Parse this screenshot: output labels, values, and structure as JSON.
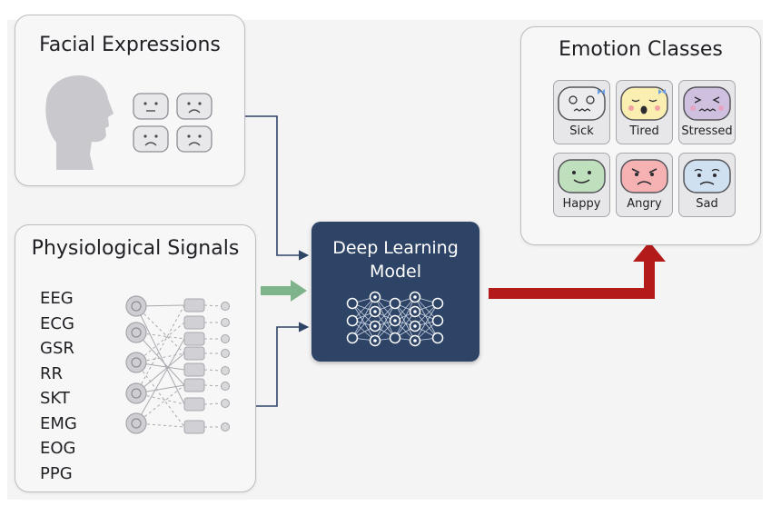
{
  "facial_panel": {
    "title": "Facial Expressions",
    "faces": [
      {
        "icon": "neutral-face-icon"
      },
      {
        "icon": "sad-face-icon"
      },
      {
        "icon": "sad-face-icon"
      },
      {
        "icon": "sad-face-icon"
      }
    ]
  },
  "physio_panel": {
    "title": "Physiological Signals",
    "signals": [
      "EEG",
      "ECG",
      "GSR",
      "RR",
      "SKT",
      "EMG",
      "EOG",
      "PPG"
    ]
  },
  "model": {
    "title_line1": "Deep Learning",
    "title_line2": "Model",
    "icon": "neural-network-icon"
  },
  "emotion_panel": {
    "title": "Emotion Classes",
    "classes": [
      {
        "label": "Sick",
        "color": "#ececee",
        "icon": "sick-face-icon"
      },
      {
        "label": "Tired",
        "color": "#fbeeb1",
        "icon": "tired-face-icon"
      },
      {
        "label": "Stressed",
        "color": "#cfc0df",
        "icon": "stressed-face-icon"
      },
      {
        "label": "Happy",
        "color": "#bfe0bc",
        "icon": "happy-face-icon"
      },
      {
        "label": "Angry",
        "color": "#f6b2b2",
        "icon": "angry-face-icon"
      },
      {
        "label": "Sad",
        "color": "#cfe0f1",
        "icon": "sad-face-icon"
      }
    ]
  },
  "colors": {
    "model_bg": "#2e4466",
    "connector": "#2e4466",
    "signal_arrow": "#7fb48a",
    "output_arrow": "#b31b1b"
  }
}
